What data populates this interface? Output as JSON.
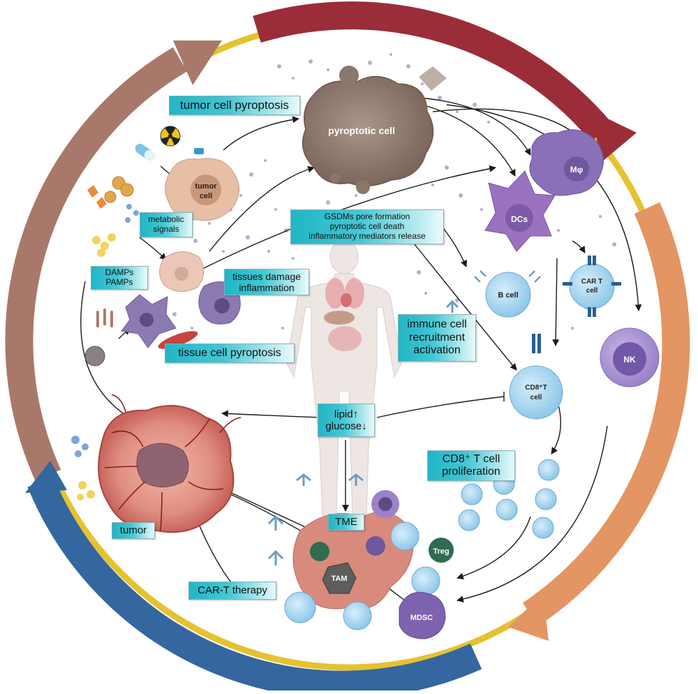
{
  "labels": {
    "tumor_cell_pyroptosis": "tumor cell pyroptosis",
    "metabolic_signals": [
      "metabolic",
      "signals"
    ],
    "damps_pamps": [
      "DAMPs",
      "PAMPs"
    ],
    "tissues_damage": [
      "tissues damage",
      "inflammation"
    ],
    "tissue_cell_pyroptosis": "tissue cell pyroptosis",
    "gsdms": [
      "GSDMs pore formation",
      "pyroptotic cell death",
      "inflammatory mediators release"
    ],
    "immune_recruitment": [
      "immune cell",
      "recruitment",
      "activation"
    ],
    "lipid_glucose": [
      "lipid↑",
      "glucose↓"
    ],
    "cd8_proliferation": [
      "CD8⁺ T cell",
      "proliferation"
    ],
    "tme": "TME",
    "tumor": "tumor",
    "car_t_therapy": "CAR-T therapy"
  },
  "cells": {
    "pyroptotic": "pyroptotic cell",
    "tumor_cell": [
      "tumor",
      "cell"
    ],
    "macrophage": "Mφ",
    "dcs": "DCs",
    "b_cell": "B  cell",
    "car_t": [
      "CAR T",
      "cell"
    ],
    "nk": "NK",
    "cd8t": [
      "CD8⁺T",
      "cell"
    ],
    "treg": "Treg",
    "tam": "TAM",
    "mdsc": "MDSC"
  },
  "colors": {
    "ring_brown": "#a8796a",
    "ring_red": "#9b2d38",
    "ring_orange": "#e39563",
    "ring_blue": "#3466a0",
    "ring_yellow": "#e5c230",
    "label_teal": "#1fb6c6",
    "macrophage_purple": "#8a70b8",
    "t_cell_blue": "#9fd3ee"
  }
}
